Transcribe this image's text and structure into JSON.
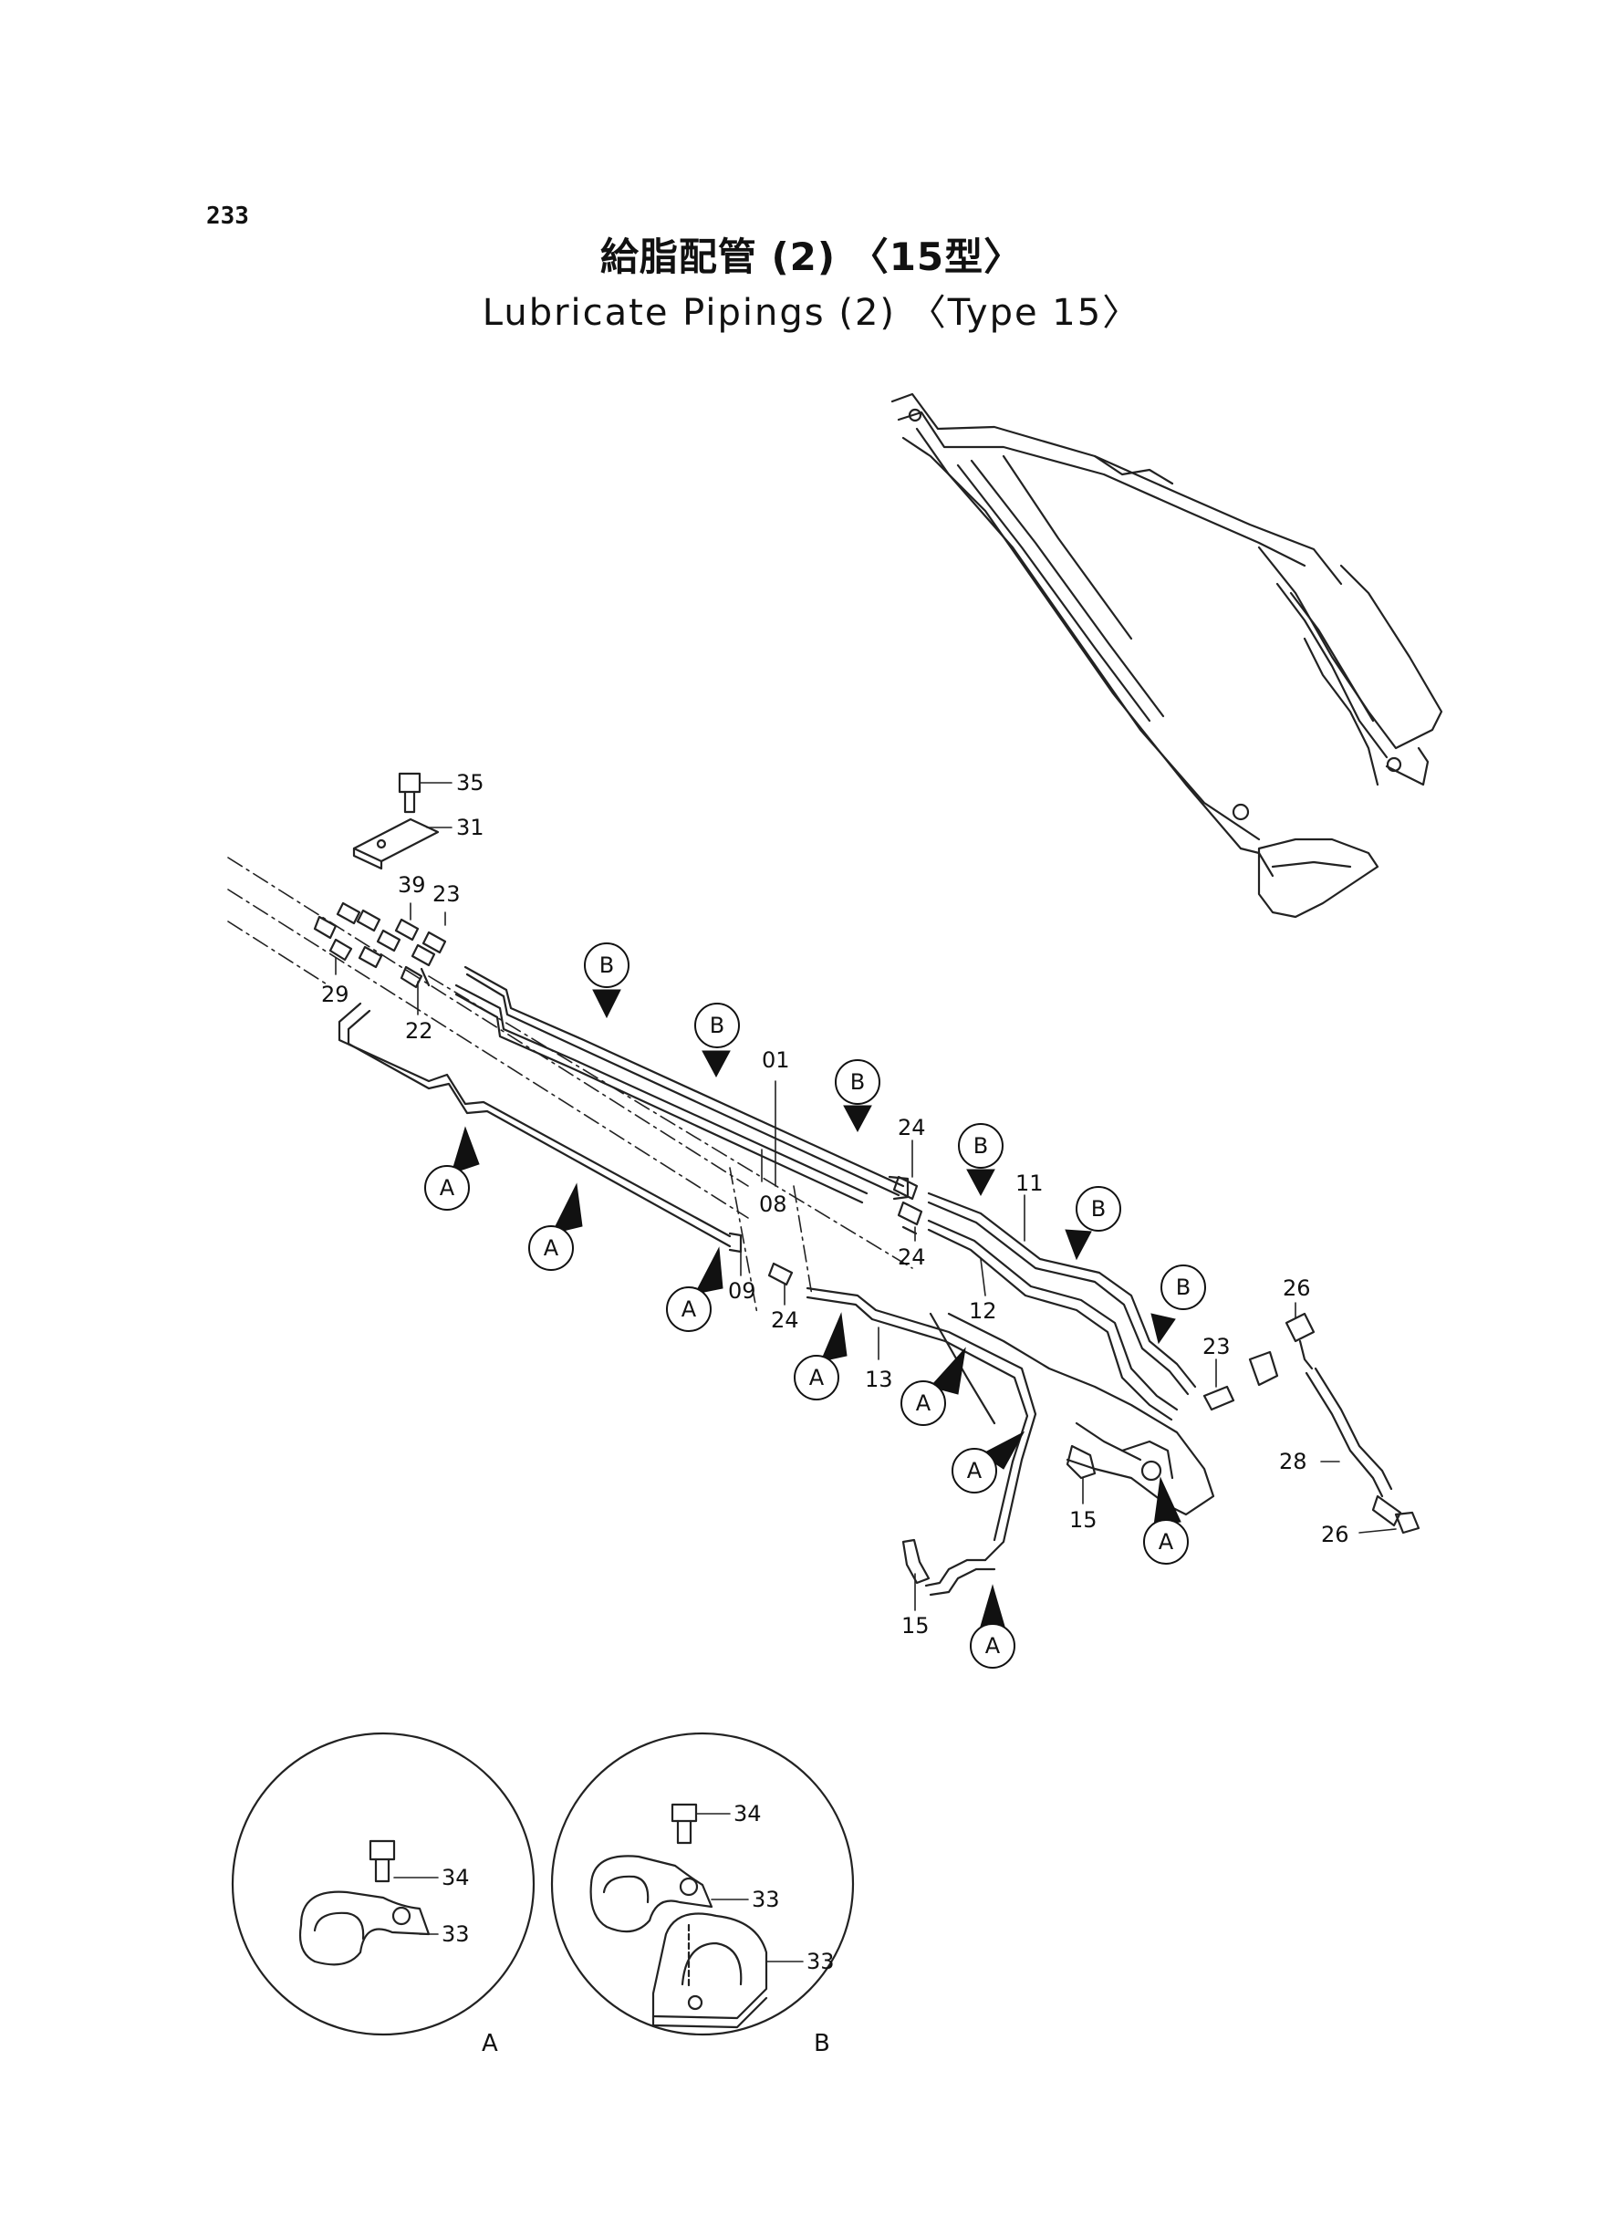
{
  "page_number": "233",
  "title_jp": "給脂配管 (2) 〈15型〉",
  "title_en": "Lubricate Pipings (2) 〈Type 15〉",
  "part_labels": {
    "p35": "35",
    "p31": "31",
    "p39": "39",
    "p23a": "23",
    "p29": "29",
    "p22": "22",
    "p01": "01",
    "p08": "08",
    "p09": "09",
    "p24a": "24",
    "p24b": "24",
    "p24c": "24",
    "p11": "11",
    "p12": "12",
    "p13": "13",
    "p23b": "23",
    "p26a": "26",
    "p28": "28",
    "p26b": "26",
    "p15a": "15",
    "p15b": "15",
    "d34a": "34",
    "d33a": "33",
    "d34b": "34",
    "d33b": "33",
    "d33c": "33"
  },
  "clamp_refs": {
    "a": "A",
    "b": "B"
  },
  "detail_views": {
    "a": "A",
    "b": "B"
  }
}
